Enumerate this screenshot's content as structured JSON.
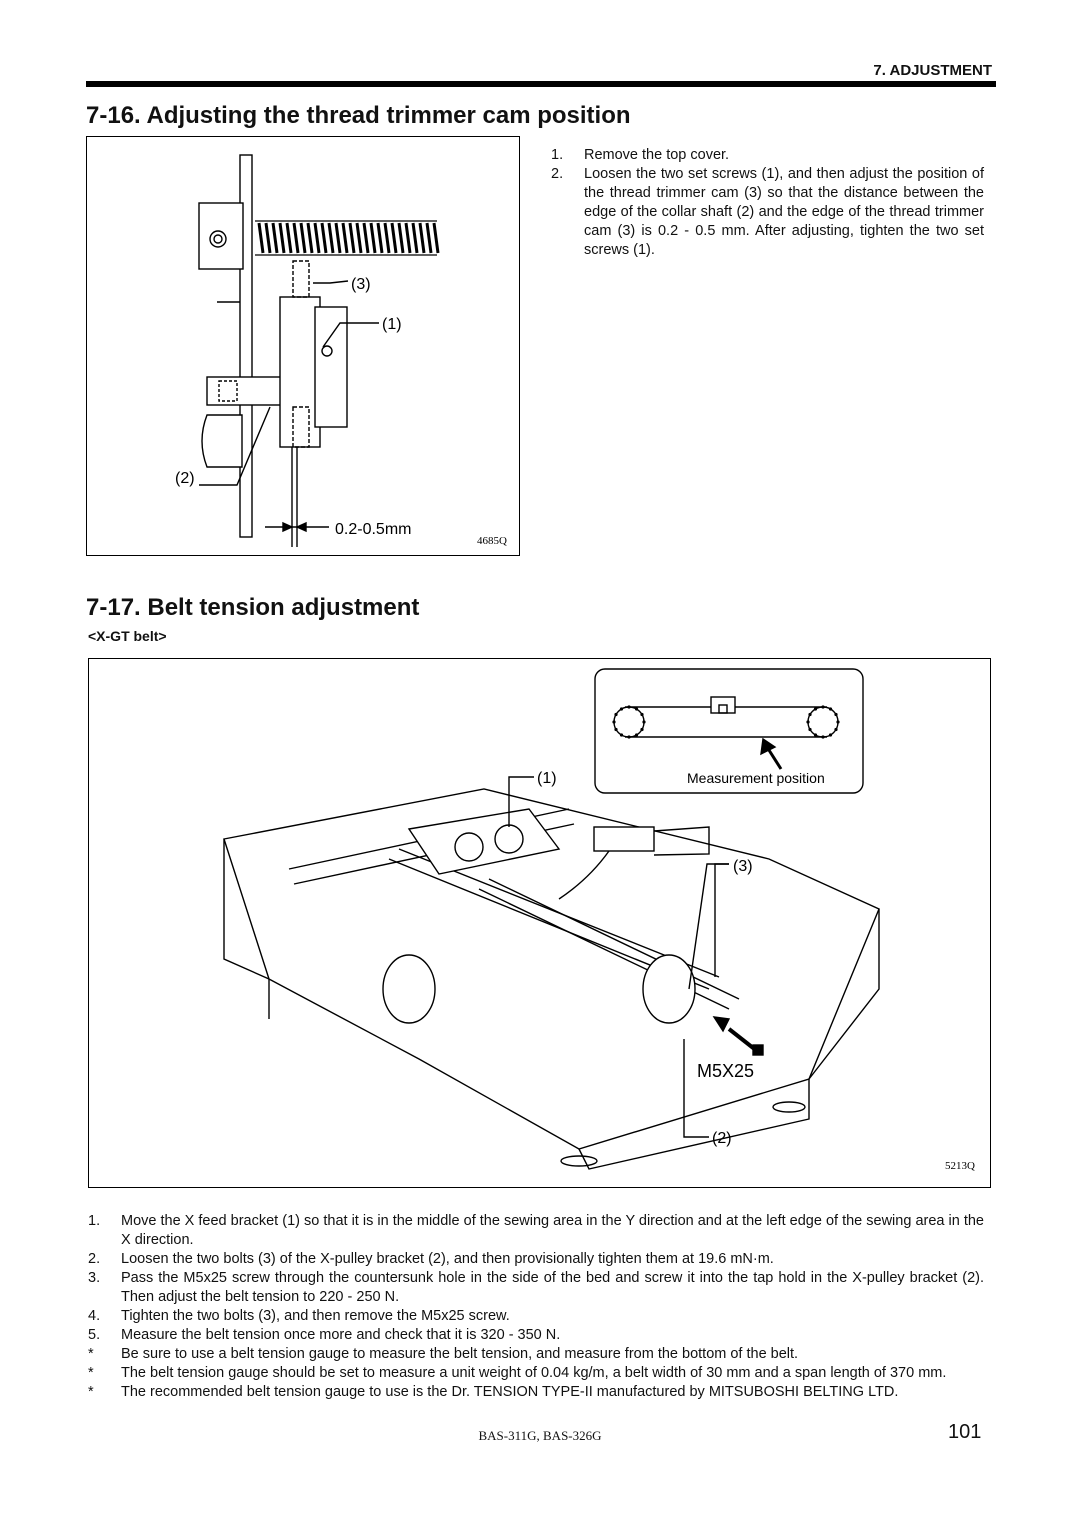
{
  "header": {
    "chapter": "7. ADJUSTMENT"
  },
  "section_716": {
    "title": "7-16. Adjusting the thread trimmer cam position",
    "figure": {
      "code": "4685Q",
      "callouts": {
        "screw": "(1)",
        "collar": "(2)",
        "cam": "(3)"
      },
      "dimension": "0.2-0.5mm"
    },
    "steps": [
      {
        "num": "1.",
        "text": "Remove the top cover."
      },
      {
        "num": "2.",
        "text": "Loosen the two set screws (1), and then adjust the position of the thread trimmer cam (3) so that the distance between the edge of the collar shaft (2) and the edge of the thread trimmer cam (3) is 0.2 - 0.5 mm. After adjusting, tighten the two set screws (1)."
      }
    ]
  },
  "section_717": {
    "title": "7-17. Belt tension adjustment",
    "subheading": "<X-GT belt>",
    "figure": {
      "code": "5213Q",
      "measurement_label": "Measurement position",
      "screw_label": "M5X25",
      "callouts": {
        "bracket": "(1)",
        "pulley_bracket": "(2)",
        "bolts": "(3)"
      }
    },
    "steps": [
      {
        "num": "1.",
        "text": "Move the X feed bracket (1) so that it is in the middle of the sewing area in the Y direction and at the left edge of the sewing area in the X direction."
      },
      {
        "num": "2.",
        "text": "Loosen the two bolts (3) of the X-pulley bracket (2), and then provisionally tighten them at 19.6 mN·m."
      },
      {
        "num": "3.",
        "text": "Pass the M5x25 screw through the countersunk hole in the side of the bed and screw it into the tap hold in the X-pulley bracket (2). Then adjust the belt tension to 220 - 250 N."
      },
      {
        "num": "4.",
        "text": "Tighten the two bolts (3), and then remove the M5x25 screw."
      },
      {
        "num": "5.",
        "text": "Measure the belt tension once more and check that it is 320 - 350 N."
      },
      {
        "num": "*",
        "text": "Be sure to use a belt tension gauge to measure the belt tension, and measure from the bottom of the belt."
      },
      {
        "num": "*",
        "text": "The belt tension gauge should be set to measure a unit weight of 0.04 kg/m, a belt width of 30 mm and a span length of 370 mm."
      },
      {
        "num": "*",
        "text": "The recommended belt tension gauge to use is the Dr. TENSION TYPE-II manufactured by MITSUBOSHI BELTING LTD."
      }
    ]
  },
  "footer": {
    "model": "BAS-311G, BAS-326G",
    "page": "101"
  }
}
